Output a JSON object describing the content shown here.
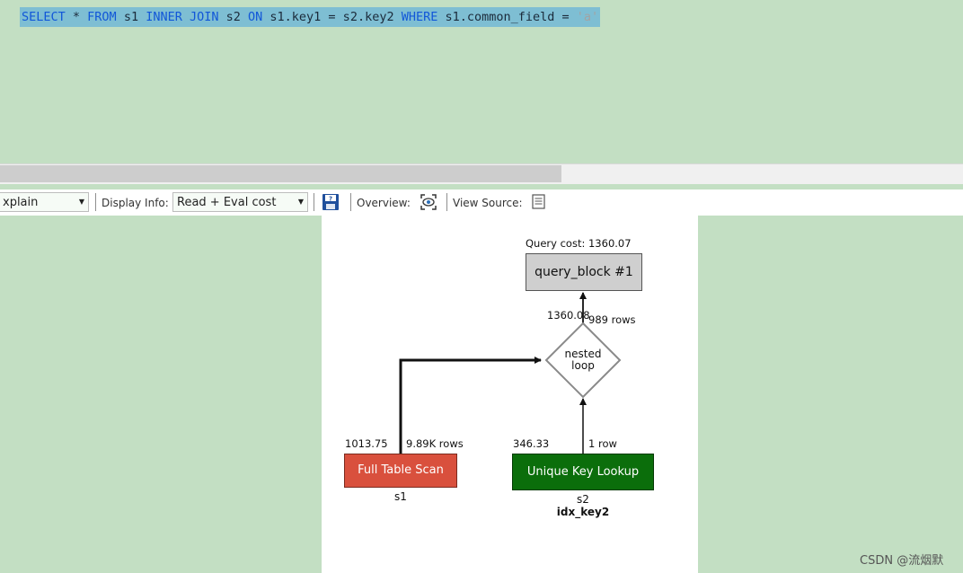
{
  "editor": {
    "sql": {
      "kw_select": "SELECT",
      "p1": " * ",
      "kw_from": "FROM",
      "p2": " s1 ",
      "kw_inner": "INNER",
      "p3": " ",
      "kw_join": "JOIN",
      "p4": " s2 ",
      "kw_on": "ON",
      "p5": " s1.key1 = s2.key2 ",
      "kw_where": "WHERE",
      "p6": " s1.common_field = ",
      "str": "'a'"
    }
  },
  "toolbar": {
    "view_mode_value": "xplain",
    "display_info_label": "Display Info:",
    "display_info_value": "Read + Eval cost",
    "overview_label": "Overview:",
    "view_source_label": "View Source:"
  },
  "diagram": {
    "query_cost": "Query cost: 1360.07",
    "query_block_label": "query_block #1",
    "nested_loop_cost": "1360.08",
    "nested_loop_rows": "989 rows",
    "nested_loop_line1": "nested",
    "nested_loop_line2": "loop",
    "s1_cost": "1013.75",
    "s1_rows": "9.89K rows",
    "s1_access_label": "Full Table Scan",
    "s1_table": "s1",
    "s2_cost": "346.33",
    "s2_rows": "1 row",
    "s2_access_label": "Unique Key Lookup",
    "s2_table": "s2",
    "s2_key": "idx_key2"
  },
  "watermark": "CSDN @流烟默",
  "colors": {
    "background": "#c3dfc3",
    "sql_highlight": "#7ebed3",
    "keyword": "#1257d8",
    "full_table_scan": "#d9503d",
    "unique_key_lookup": "#0b6e0b",
    "query_block": "#cfcfcf"
  },
  "icons": {
    "save": "save-icon",
    "overview": "overview-icon",
    "view_source": "view-source-icon"
  }
}
